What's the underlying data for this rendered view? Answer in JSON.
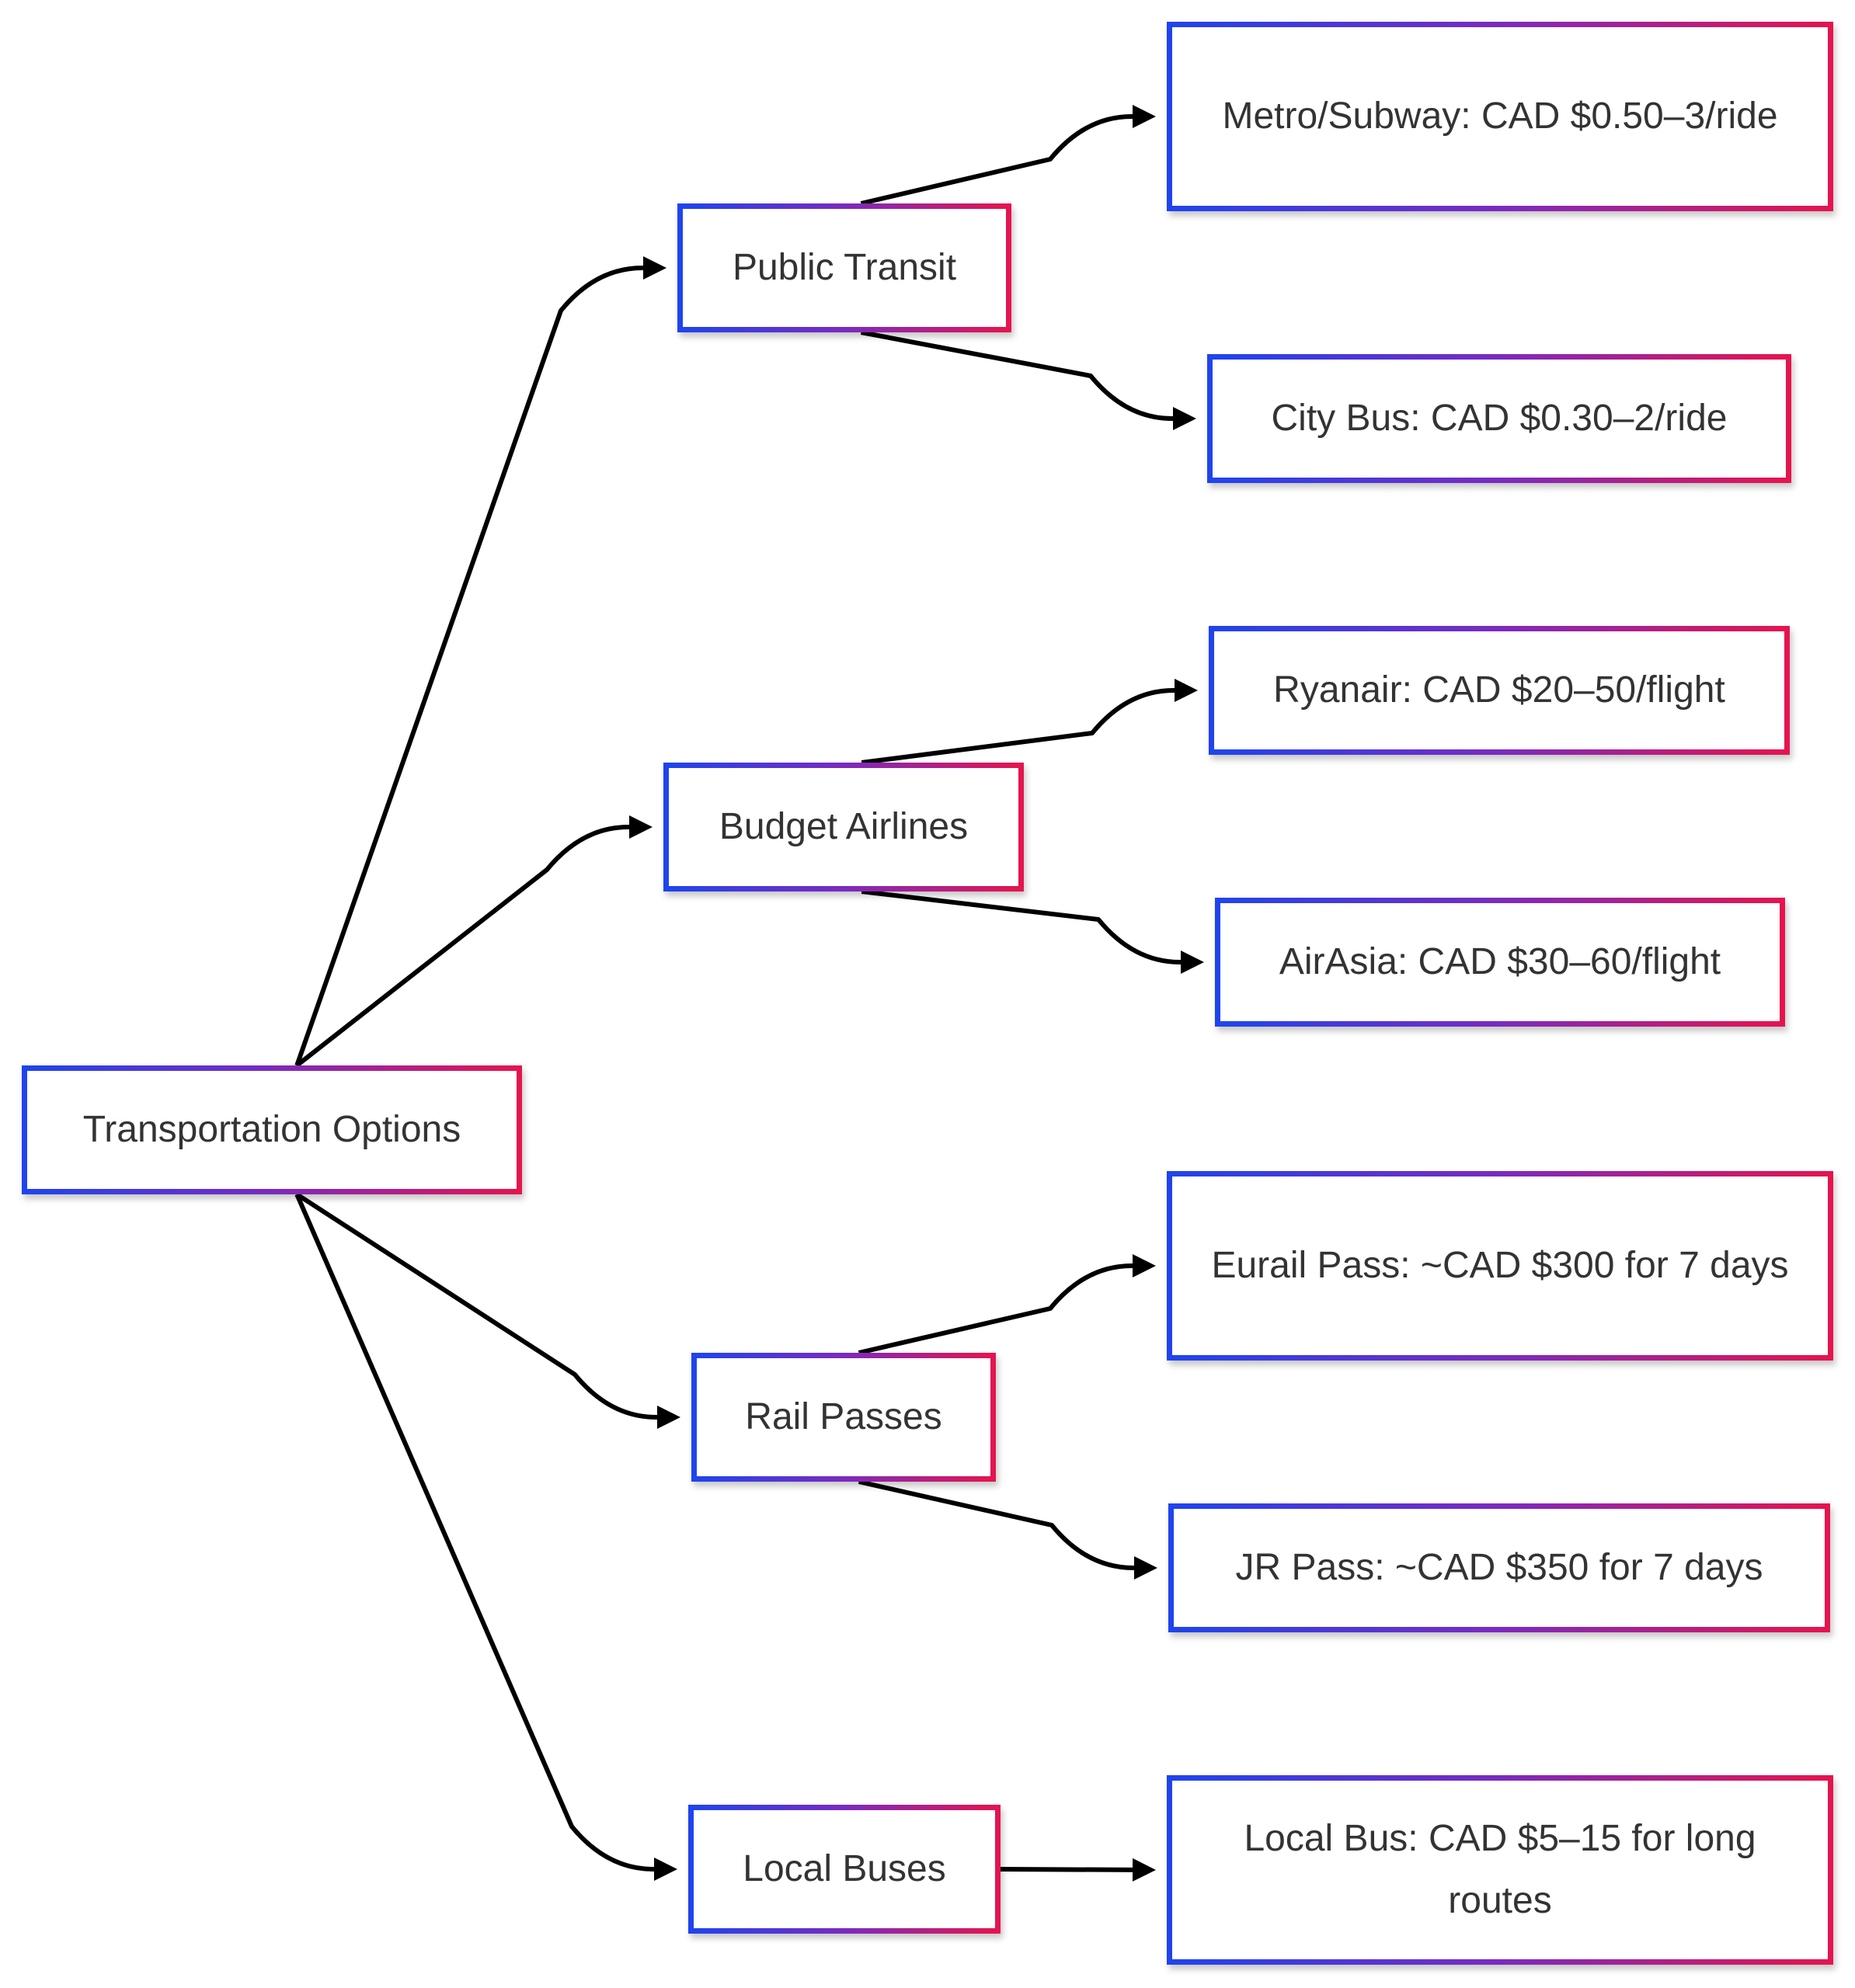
{
  "colors": {
    "border_start": "#1f44ee",
    "border_mid": "#7b2ac0",
    "border_end": "#e5144f",
    "edge": "#000000",
    "text": "#333333"
  },
  "nodes": {
    "root": "Transportation Options",
    "public_transit": "Public Transit",
    "budget_airlines": "Budget Airlines",
    "rail_passes": "Rail Passes",
    "local_buses": "Local Buses",
    "metro": "Metro/Subway: CAD $0.50–3/ride",
    "city_bus": "City Bus: CAD $0.30–2/ride",
    "ryanair": "Ryanair: CAD $20–50/flight",
    "airasia": "AirAsia: CAD $30–60/flight",
    "eurail": "Eurail Pass: ~CAD $300 for 7 days",
    "jr_pass": "JR Pass: ~CAD $350 for 7 days",
    "local_bus": "Local Bus: CAD $5–15 for long routes"
  },
  "edges": [
    {
      "from": "root",
      "to": "public_transit"
    },
    {
      "from": "root",
      "to": "budget_airlines"
    },
    {
      "from": "root",
      "to": "rail_passes"
    },
    {
      "from": "root",
      "to": "local_buses"
    },
    {
      "from": "public_transit",
      "to": "metro"
    },
    {
      "from": "public_transit",
      "to": "city_bus"
    },
    {
      "from": "budget_airlines",
      "to": "ryanair"
    },
    {
      "from": "budget_airlines",
      "to": "airasia"
    },
    {
      "from": "rail_passes",
      "to": "eurail"
    },
    {
      "from": "rail_passes",
      "to": "jr_pass"
    },
    {
      "from": "local_buses",
      "to": "local_bus"
    }
  ]
}
